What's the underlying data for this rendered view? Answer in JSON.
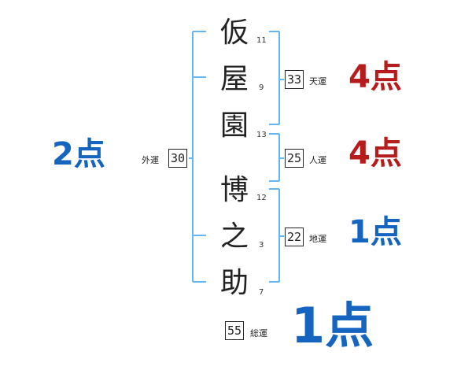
{
  "name_chars": [
    {
      "char": "仮",
      "strokes": "11"
    },
    {
      "char": "屋",
      "strokes": "9"
    },
    {
      "char": "園",
      "strokes": "13"
    },
    {
      "char": "博",
      "strokes": "12"
    },
    {
      "char": "之",
      "strokes": "3"
    },
    {
      "char": "助",
      "strokes": "7"
    }
  ],
  "tenkaku": {
    "value": "33",
    "label": "天運",
    "score": "4点"
  },
  "jinkaku": {
    "value": "25",
    "label": "人運",
    "score": "4点"
  },
  "chikaku": {
    "value": "22",
    "label": "地運",
    "score": "1点"
  },
  "gaikaku": {
    "value": "30",
    "label": "外運",
    "score": "2点"
  },
  "soukaku": {
    "value": "55",
    "label": "総運",
    "score": "1点"
  },
  "colors": {
    "bracket": "#64b5f6",
    "score_red": "#b71c1c",
    "score_blue": "#1565c0"
  }
}
